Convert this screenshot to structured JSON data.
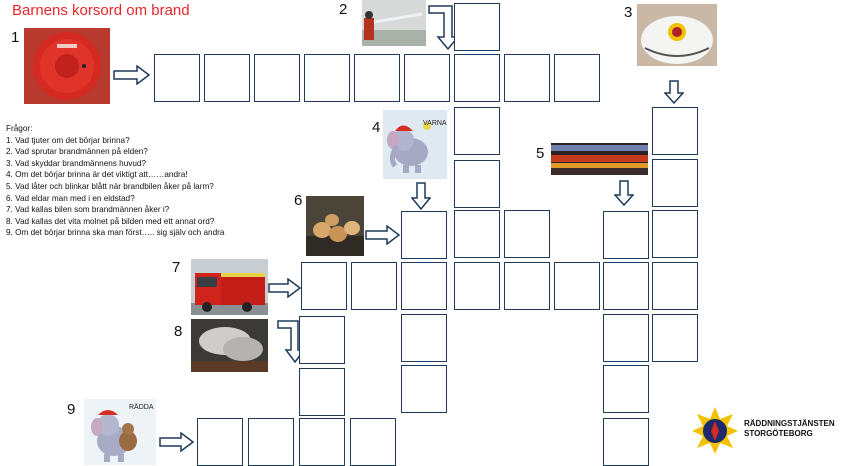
{
  "title": "Barnens korsord om brand",
  "numbers": [
    "1",
    "2",
    "3",
    "4",
    "5",
    "6",
    "7",
    "8",
    "9"
  ],
  "questions_heading": "Frågor:",
  "questions": [
    "1. Vad tjuter om det börjar brinna?",
    "2. Vad sprutar brandmännen på elden?",
    "3. Vad skyddar brandmännens huvud?",
    "4. Om det börjar brinna är det viktigt att……andra!",
    "5. Vad låter och blinkar blått när brandbilen åker på larm?",
    "6. Vad eldar man med i en eldstad?",
    "7. Vad kallas bilen som brandmännen åker i?",
    "8. Vad kallas det vita molnet på bilden med ett annat ord?",
    "9. Om det börjar brinna ska man först….. sig själv och andra"
  ],
  "pictures": {
    "p4_label": "VARNA",
    "p9_label": "RÄDDA"
  },
  "logo": {
    "line1": "RÄDDNINGSTJÄNSTEN",
    "line2": "STORGÖTEBORG"
  },
  "colors": {
    "title": "#e8262a",
    "grid_border": "#1f3a5a"
  }
}
